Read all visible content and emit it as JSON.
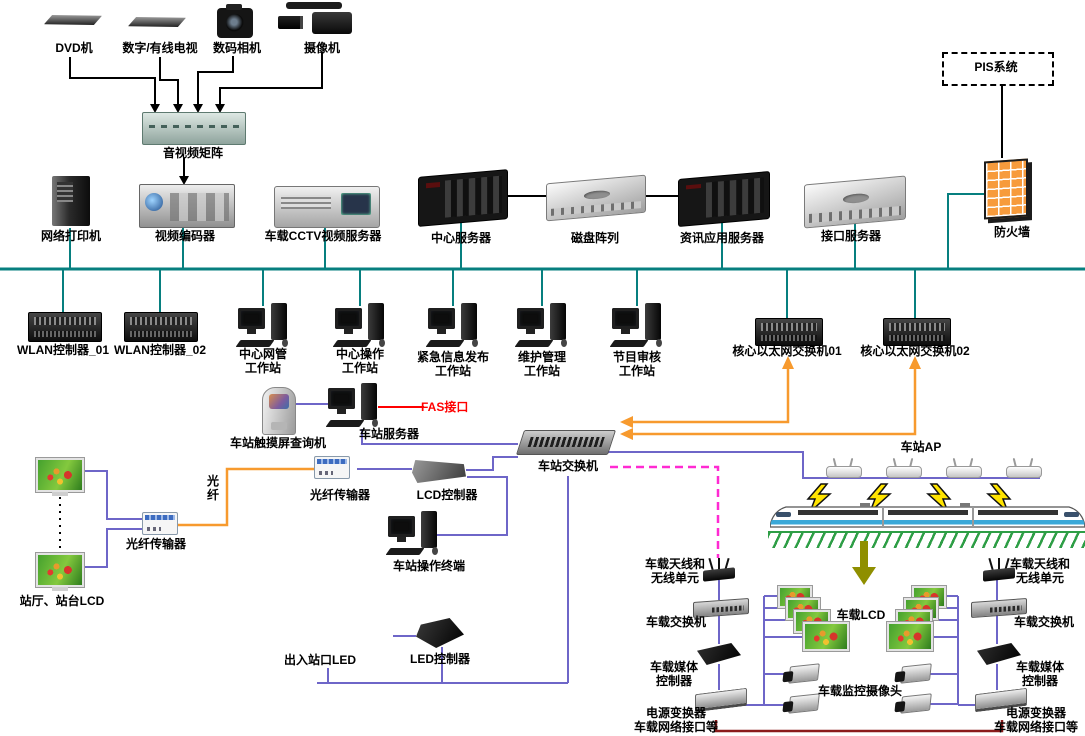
{
  "colors": {
    "bus": "#077f7f",
    "purple": "#6e66c8",
    "orange": "#f79a2e",
    "magenta": "#ff2ad2",
    "red": "#ff0000",
    "maroon": "#8b1c1c",
    "olive": "#8f8f00",
    "green": "#2e9e46",
    "yellow": "#ffe400",
    "black": "#000000",
    "train_blue": "#3aa8d8"
  },
  "nodes": {
    "dvd": "DVD机",
    "tv": "数字/有线电视",
    "camera": "数码相机",
    "camcorder": "摄像机",
    "av_matrix": "音视频矩阵",
    "printer": "网络打印机",
    "encoder": "视频编码器",
    "cctv_server": "车载CCTV视频服务器",
    "central_server": "中心服务器",
    "disk_array": "磁盘阵列",
    "info_server": "资讯应用服务器",
    "interface_server": "接口服务器",
    "firewall": "防火墙",
    "pis": "PIS系统",
    "wlan1": "WLAN控制器_01",
    "wlan2": "WLAN控制器_02",
    "ws_nms": "中心网管\n工作站",
    "ws_op": "中心操作\n工作站",
    "ws_emergency": "紧急信息发布\n工作站",
    "ws_maint": "维护管理\n工作站",
    "ws_review": "节目审核\n工作站",
    "core_switch1": "核心以太网交换机01",
    "core_switch2": "核心以太网交换机02",
    "kiosk": "车站触摸屏查询机",
    "station_server": "车站服务器",
    "fas": "FAS接口",
    "station_switch": "车站交换机",
    "station_ap": "车站AP",
    "fiber_tx1": "光纤传输器",
    "fiber_tx2": "光纤传输器",
    "fiber": "光\n纤",
    "lcd_controller": "LCD控制器",
    "station_lcd": "站厅、站台LCD",
    "op_terminal": "车站操作终端",
    "exit_led": "出入站口LED",
    "led_controller": "LED控制器",
    "antenna_l": "车载天线和\n无线单元",
    "antenna_r": "车载天线和\n无线单元",
    "vswitch_l": "车载交换机",
    "vswitch_r": "车载交换机",
    "media_l": "车载媒体\n控制器",
    "media_r": "车载媒体\n控制器",
    "power_l": "电源变换器\n车载网络接口等",
    "power_r": "电源变换器\n车载网络接口等",
    "vehicle_lcd": "车载LCD",
    "vehicle_camera": "车载监控摄像头"
  }
}
